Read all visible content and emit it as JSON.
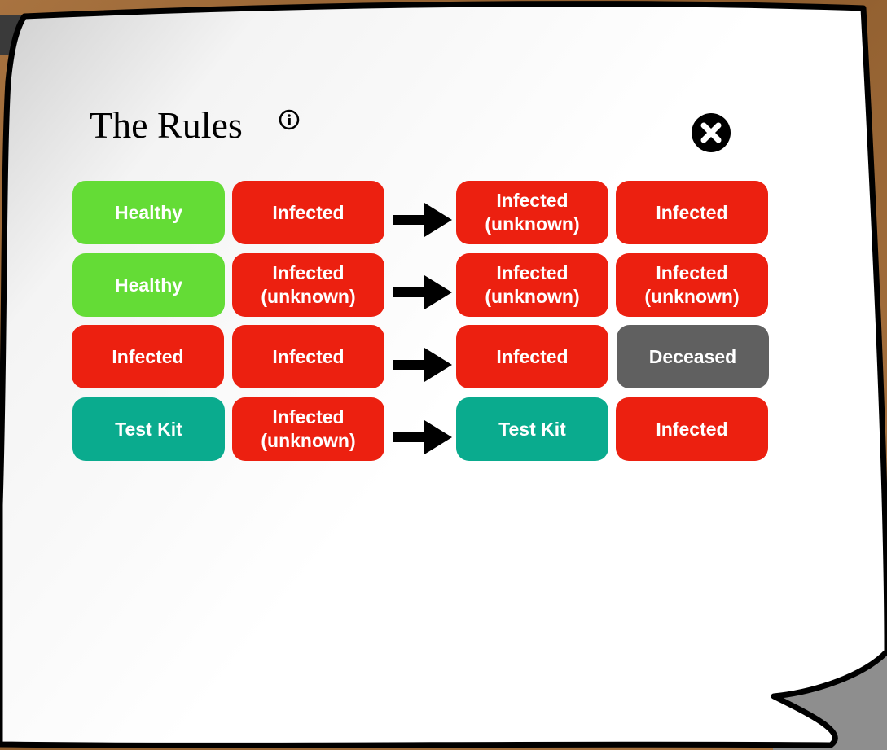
{
  "dialog": {
    "title": "The Rules",
    "info_icon": "info-circle-icon",
    "close_icon": "close-circle-icon"
  },
  "colors": {
    "healthy": "#64dc36",
    "infected": "#ec2010",
    "deceased": "#606060",
    "test_kit": "#0aab8e"
  },
  "rules": [
    {
      "inputs": [
        {
          "label": "Healthy",
          "kind": "healthy"
        },
        {
          "label": "Infected",
          "kind": "infected"
        }
      ],
      "outputs": [
        {
          "label": "Infected\n(unknown)",
          "kind": "infected"
        },
        {
          "label": "Infected",
          "kind": "infected"
        }
      ]
    },
    {
      "inputs": [
        {
          "label": "Healthy",
          "kind": "healthy"
        },
        {
          "label": "Infected\n(unknown)",
          "kind": "infected"
        }
      ],
      "outputs": [
        {
          "label": "Infected\n(unknown)",
          "kind": "infected"
        },
        {
          "label": "Infected\n(unknown)",
          "kind": "infected"
        }
      ]
    },
    {
      "inputs": [
        {
          "label": "Infected",
          "kind": "infected"
        },
        {
          "label": "Infected",
          "kind": "infected"
        }
      ],
      "outputs": [
        {
          "label": "Infected",
          "kind": "infected"
        },
        {
          "label": "Deceased",
          "kind": "deceased"
        }
      ]
    },
    {
      "inputs": [
        {
          "label": "Test Kit",
          "kind": "test_kit"
        },
        {
          "label": "Infected\n(unknown)",
          "kind": "infected"
        }
      ],
      "outputs": [
        {
          "label": "Test Kit",
          "kind": "test_kit"
        },
        {
          "label": "Infected",
          "kind": "infected"
        }
      ]
    }
  ]
}
